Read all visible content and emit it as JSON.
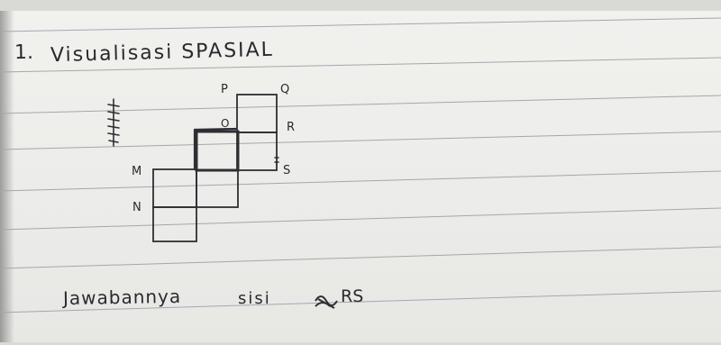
{
  "heading": {
    "number": "1.",
    "title": "Visualisasi SPASIAL"
  },
  "diagram": {
    "labels": {
      "p": "P",
      "q": "Q",
      "o": "O",
      "r": "R",
      "s": "S",
      "m": "M",
      "n": "N"
    }
  },
  "answer": {
    "prefix": "Jawabannya",
    "word": "sisi",
    "value": "RS"
  },
  "colors": {
    "ink": "#2a2a2e",
    "paper": "#efefec",
    "rule": "#9aa0a6"
  }
}
